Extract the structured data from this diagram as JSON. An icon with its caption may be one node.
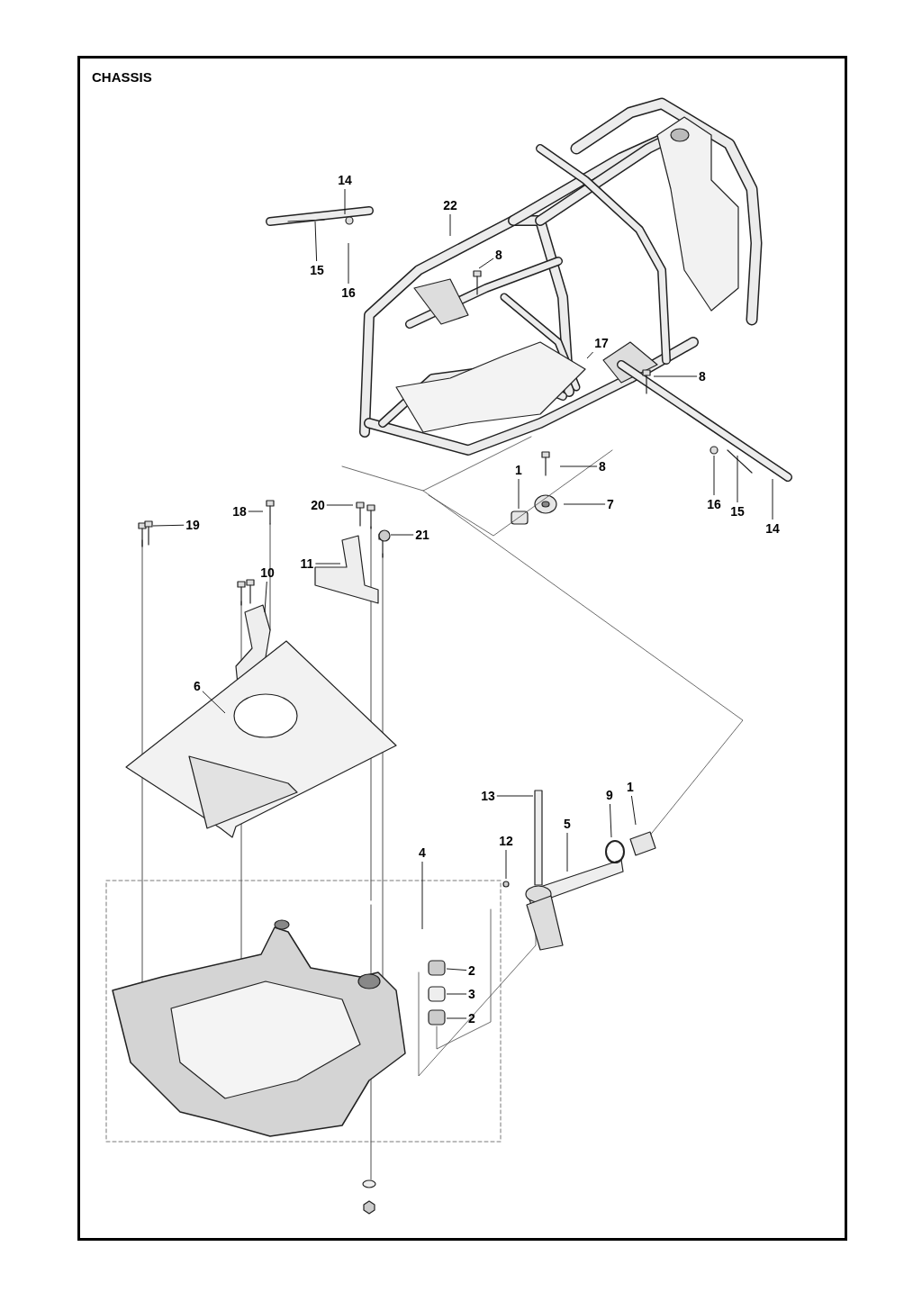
{
  "diagram": {
    "title": "CHASSIS",
    "nodes": [
      {
        "text": [
          "14"
        ]
      },
      {
        "text": [
          "22"
        ]
      },
      {
        "text": [
          "15"
        ]
      },
      {
        "text": [
          "16"
        ]
      },
      {
        "text": [
          "8"
        ]
      },
      {
        "text": [
          "17"
        ]
      },
      {
        "text": [
          "8"
        ]
      },
      {
        "text": [
          "8"
        ]
      },
      {
        "text": [
          "1"
        ]
      },
      {
        "text": [
          "7"
        ]
      },
      {
        "text": [
          "16"
        ]
      },
      {
        "text": [
          "15"
        ]
      },
      {
        "text": [
          "14"
        ]
      },
      {
        "text": [
          "20"
        ]
      },
      {
        "text": [
          "18"
        ]
      },
      {
        "text": [
          "19"
        ]
      },
      {
        "text": [
          "21"
        ]
      },
      {
        "text": [
          "11"
        ]
      },
      {
        "text": [
          "10"
        ]
      },
      {
        "text": [
          "6"
        ]
      },
      {
        "text": [
          "13"
        ]
      },
      {
        "text": [
          "9"
        ]
      },
      {
        "text": [
          "1"
        ]
      },
      {
        "text": [
          "5"
        ]
      },
      {
        "text": [
          "12"
        ]
      },
      {
        "text": [
          "4"
        ]
      },
      {
        "text": [
          "2"
        ]
      },
      {
        "text": [
          "3"
        ]
      },
      {
        "text": [
          "2"
        ]
      }
    ],
    "edges": [
      {
        "from": 0,
        "to": null,
        "arrow": "none"
      },
      {
        "from": 1,
        "to": null,
        "arrow": "none"
      },
      {
        "from": 2,
        "to": null,
        "arrow": "none"
      },
      {
        "from": 3,
        "to": null,
        "arrow": "none"
      },
      {
        "from": 4,
        "to": null,
        "arrow": "none"
      },
      {
        "from": 5,
        "to": null,
        "arrow": "none"
      },
      {
        "from": 6,
        "to": null,
        "arrow": "none"
      },
      {
        "from": 7,
        "to": null,
        "arrow": "none"
      },
      {
        "from": 8,
        "to": null,
        "arrow": "none"
      },
      {
        "from": 9,
        "to": null,
        "arrow": "none"
      },
      {
        "from": 10,
        "to": null,
        "arrow": "none"
      },
      {
        "from": 11,
        "to": null,
        "arrow": "none"
      },
      {
        "from": 12,
        "to": null,
        "arrow": "none"
      },
      {
        "from": 13,
        "to": null,
        "arrow": "none"
      },
      {
        "from": 14,
        "to": null,
        "arrow": "none"
      },
      {
        "from": 15,
        "to": null,
        "arrow": "none"
      },
      {
        "from": 16,
        "to": null,
        "arrow": "none"
      },
      {
        "from": 17,
        "to": null,
        "arrow": "none"
      },
      {
        "from": 18,
        "to": null,
        "arrow": "none"
      },
      {
        "from": 19,
        "to": null,
        "arrow": "none"
      },
      {
        "from": 20,
        "to": null,
        "arrow": "none"
      },
      {
        "from": 21,
        "to": null,
        "arrow": "none"
      },
      {
        "from": 22,
        "to": null,
        "arrow": "none"
      },
      {
        "from": 23,
        "to": null,
        "arrow": "none"
      },
      {
        "from": 24,
        "to": null,
        "arrow": "none"
      },
      {
        "from": 25,
        "to": null,
        "arrow": "none"
      },
      {
        "from": 26,
        "to": null,
        "arrow": "none"
      },
      {
        "from": 27,
        "to": null,
        "arrow": "none"
      },
      {
        "from": 28,
        "to": null,
        "arrow": "none"
      }
    ]
  }
}
